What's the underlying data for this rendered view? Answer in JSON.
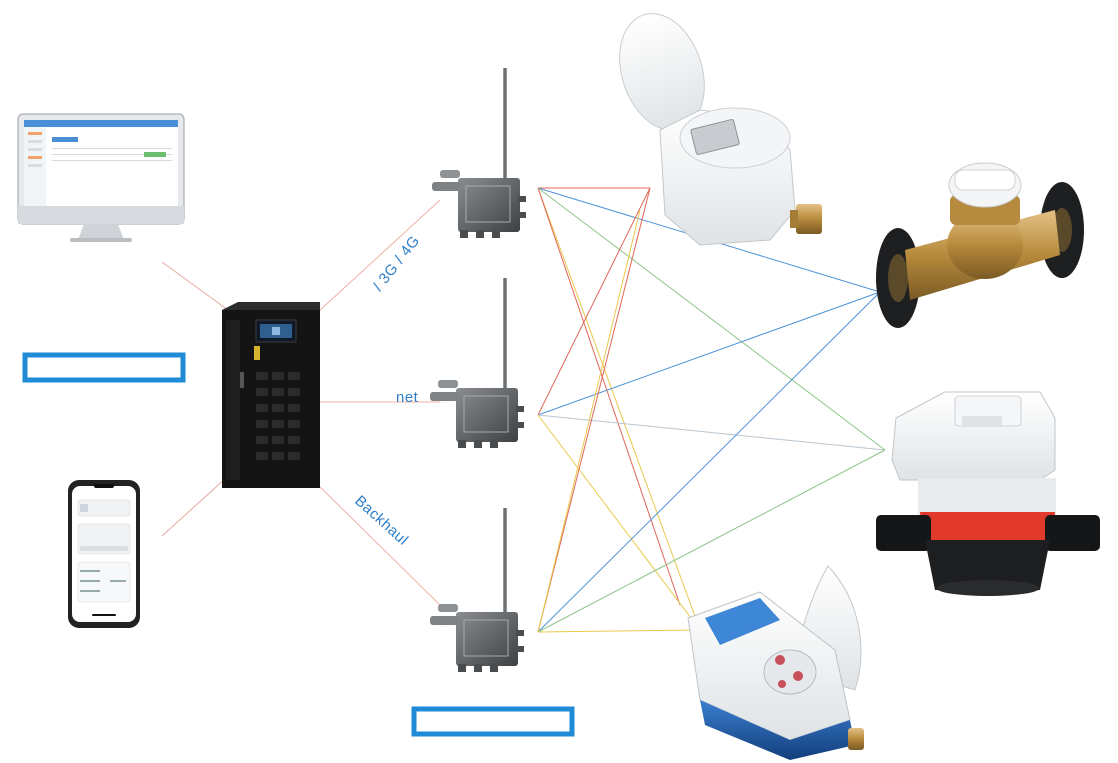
{
  "labels": {
    "cellular": "/ 3G / 4G",
    "ethernet": "net",
    "backhaul": "Backhaul"
  },
  "colors": {
    "link_blue": "#4f93d8",
    "link_red": "#e0665a",
    "link_yellow": "#e8c94c",
    "link_green": "#8fc48a",
    "label_blue": "#2f7fc8",
    "box_border": "#1f8ad6",
    "meter_red": "#e23a2a",
    "meter_blue": "#2b66b5",
    "brass": "#c79a4a"
  },
  "icons": {
    "server": "server-cabinet-icon",
    "desktop": "desktop-monitor-icon",
    "phone": "smartphone-icon",
    "gateway": "antenna-gateway-icon",
    "meter": "water-meter-icon"
  }
}
